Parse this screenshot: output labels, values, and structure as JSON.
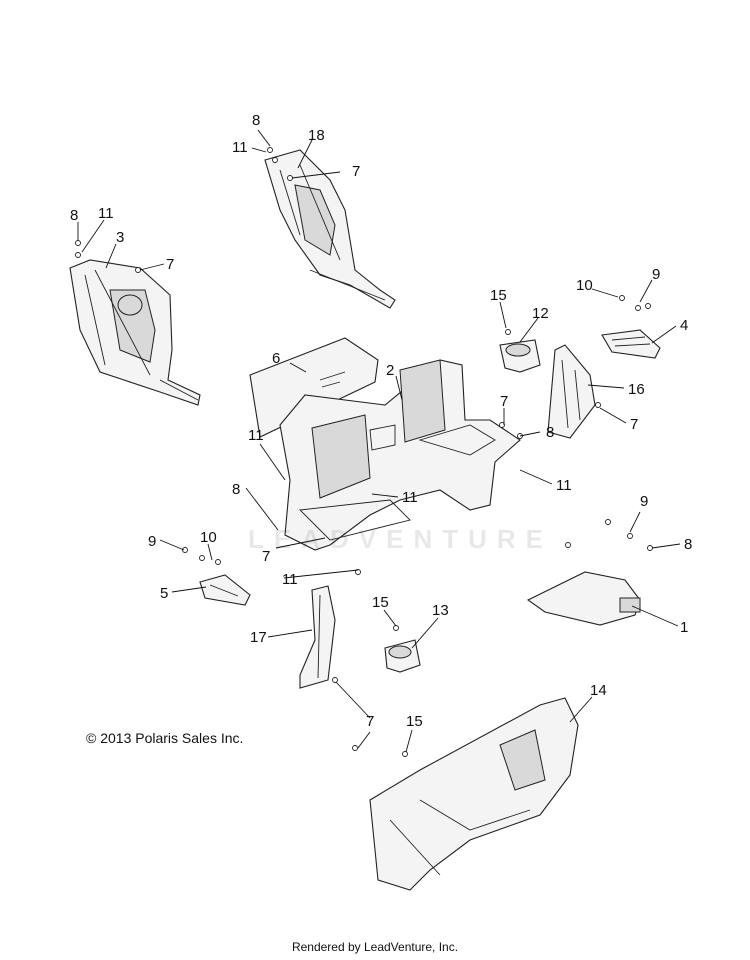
{
  "callouts": [
    "1",
    "2",
    "3",
    "4",
    "5",
    "6",
    "7",
    "8",
    "9",
    "10",
    "11",
    "12",
    "13",
    "14",
    "15",
    "16",
    "17",
    "18"
  ],
  "copyright": "© 2013 Polaris Sales Inc.",
  "watermark": "LEADVENTURE",
  "footer": "Rendered by LeadVenture, Inc."
}
